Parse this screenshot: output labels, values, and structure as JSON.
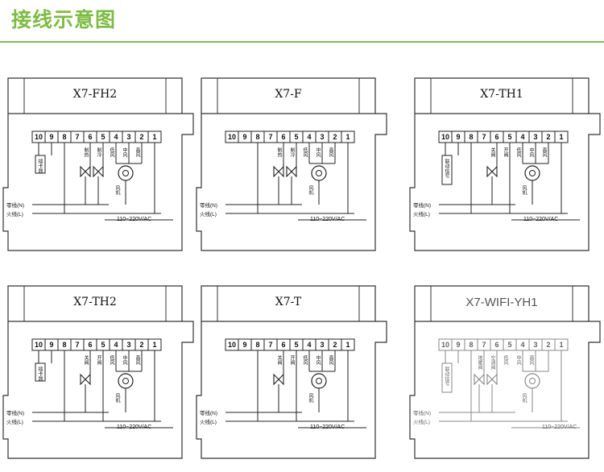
{
  "title": "接线示意图",
  "common": {
    "neutral": "零线(N)",
    "live": "火线(L)",
    "voltage": "110~220V/AC",
    "terminals": [
      "10",
      "9",
      "8",
      "7",
      "6",
      "5",
      "4",
      "3",
      "2",
      "1"
    ]
  },
  "panels": [
    {
      "model": "X7-FH2",
      "labels": [
        {
          "t": "插卡器",
          "term": "10"
        },
        {
          "t": "制热",
          "term": "6"
        },
        {
          "t": "制冷",
          "term": "5"
        },
        {
          "t": "低风",
          "term": "4"
        },
        {
          "t": "中风",
          "term": "3"
        },
        {
          "t": "高风",
          "term": "2"
        },
        {
          "t": "风机",
          "term": "3"
        }
      ]
    },
    {
      "model": "X7-F",
      "labels": [
        {
          "t": "制热",
          "term": "6"
        },
        {
          "t": "制冷",
          "term": "5"
        },
        {
          "t": "低风",
          "term": "4"
        },
        {
          "t": "中风",
          "term": "3"
        },
        {
          "t": "高风",
          "term": "2"
        },
        {
          "t": "风机",
          "term": "3"
        }
      ]
    },
    {
      "model": "X7-TH1",
      "labels": [
        {
          "t": "联动信号",
          "term": "10"
        },
        {
          "t": "关阀",
          "term": "6"
        },
        {
          "t": "开阀",
          "term": "5"
        },
        {
          "t": "低风",
          "term": "4"
        },
        {
          "t": "中风",
          "term": "3"
        },
        {
          "t": "高风",
          "term": "2"
        },
        {
          "t": "风机",
          "term": "3"
        }
      ]
    },
    {
      "model": "X7-TH2",
      "labels": [
        {
          "t": "插卡器",
          "term": "10"
        },
        {
          "t": "关阀",
          "term": "6"
        },
        {
          "t": "开阀",
          "term": "5"
        },
        {
          "t": "低风",
          "term": "4"
        },
        {
          "t": "中风",
          "term": "3"
        },
        {
          "t": "高风",
          "term": "2"
        },
        {
          "t": "风机",
          "term": "3"
        }
      ]
    },
    {
      "model": "X7-T",
      "labels": [
        {
          "t": "关阀",
          "term": "6"
        },
        {
          "t": "开阀",
          "term": "5"
        },
        {
          "t": "低风",
          "term": "4"
        },
        {
          "t": "中风",
          "term": "3"
        },
        {
          "t": "高风",
          "term": "2"
        },
        {
          "t": "风机",
          "term": "3"
        }
      ]
    },
    {
      "model": "X7-WIFI-YH1",
      "labels": [
        {
          "t": "联动信号",
          "term": "10"
        },
        {
          "t": "地暖阀",
          "term": "7"
        },
        {
          "t": "空调阀",
          "term": "6"
        },
        {
          "t": "低风",
          "term": "5"
        },
        {
          "t": "中风",
          "term": "4"
        },
        {
          "t": "高风",
          "term": "3"
        },
        {
          "t": "风机",
          "term": "3"
        }
      ]
    }
  ]
}
